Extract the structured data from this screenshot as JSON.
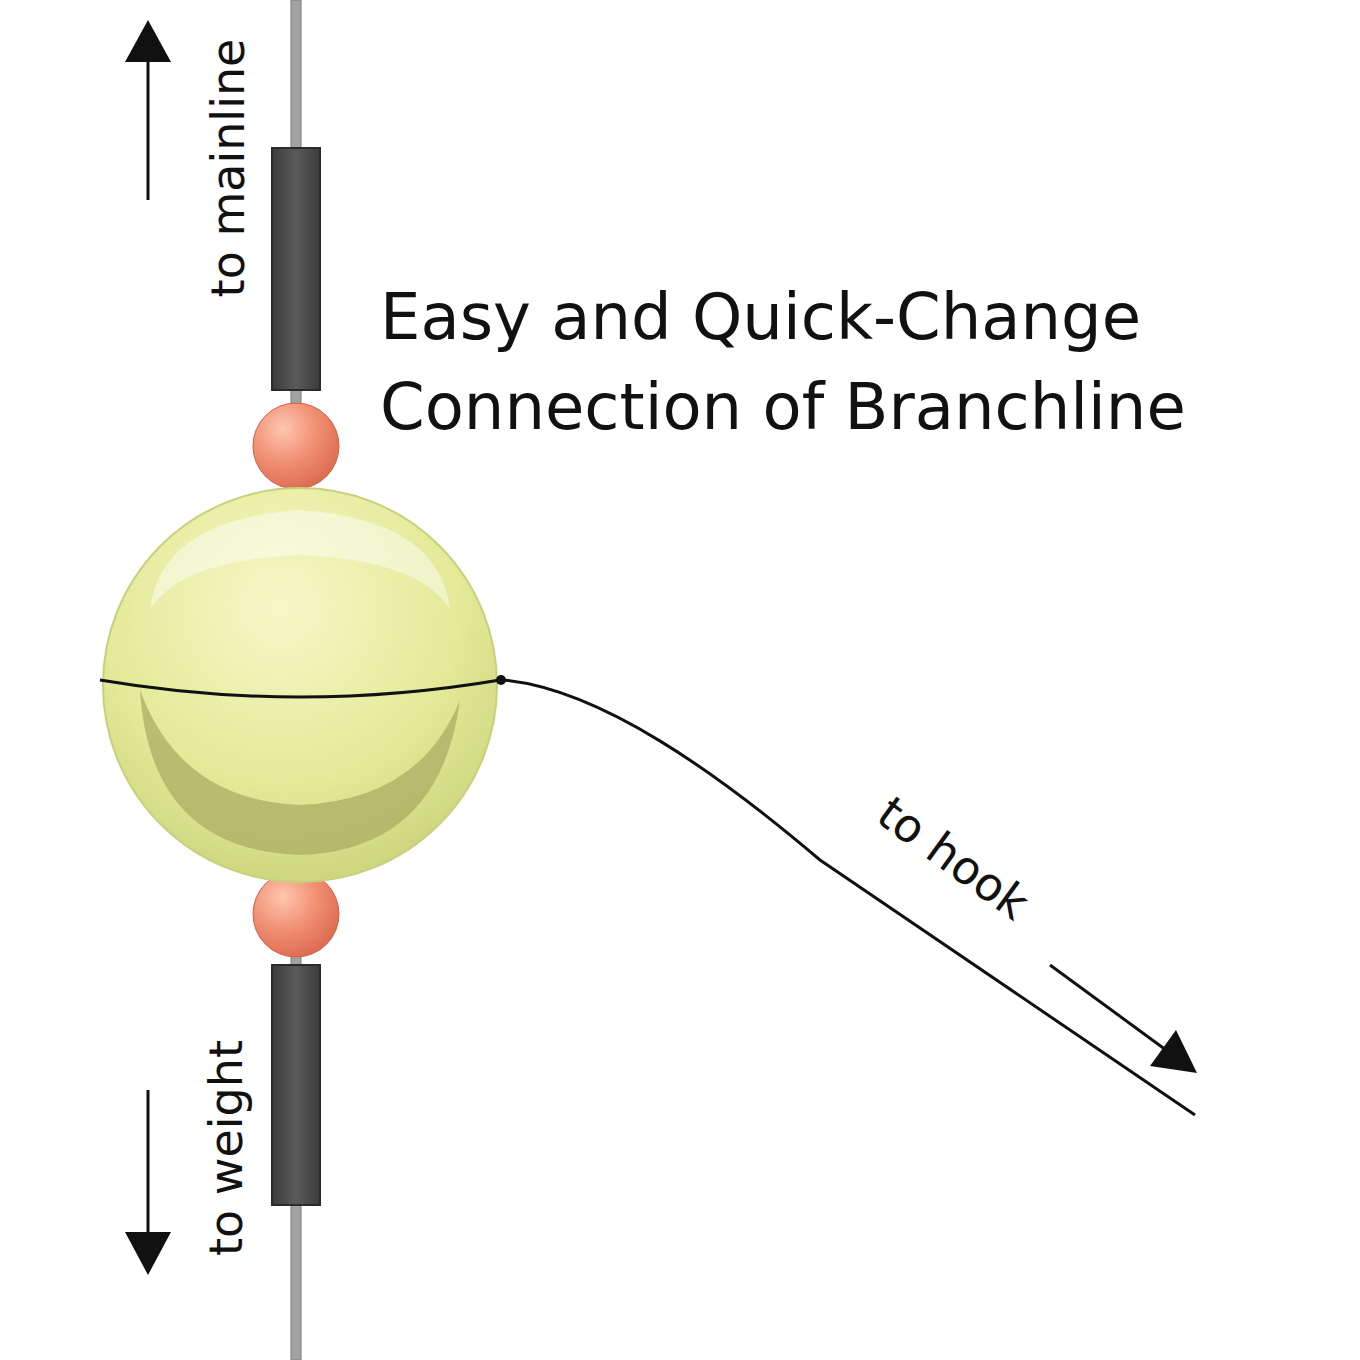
{
  "diagram": {
    "title": "Easy and Quick-Change Connection of Branchline",
    "labels": [
      "to mainline",
      "to weight",
      "to hook"
    ]
  }
}
